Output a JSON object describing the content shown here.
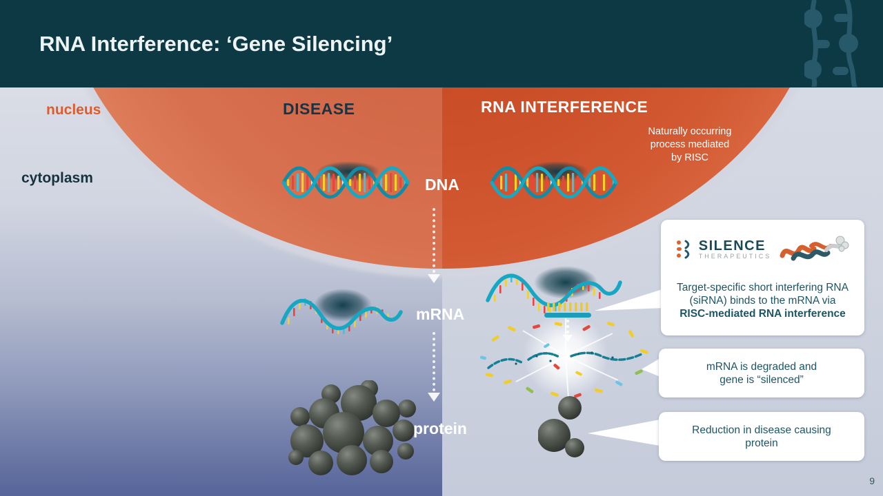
{
  "slide": {
    "title": "RNA Interference: ‘Gene Silencing’",
    "page_number": "9"
  },
  "regions": {
    "nucleus": "nucleus",
    "cytoplasm": "cytoplasm"
  },
  "columns": {
    "disease": "DISEASE",
    "rnai": "RNA INTERFERENCE"
  },
  "note": {
    "lines": [
      "Naturally  occurring",
      "process mediated",
      "by RISC"
    ]
  },
  "stages": {
    "dna": "DNA",
    "mrna": "mRNA",
    "protein": "protein"
  },
  "cards": {
    "sirna": {
      "logo_name": "SILENCE",
      "logo_sub": "THERAPEUTICS",
      "lines": [
        "Target-specific short interfering RNA",
        "(siRNA) binds to the mRNA via",
        "RISC-mediated RNA interference"
      ]
    },
    "degraded": {
      "lines": [
        "mRNA is degraded and",
        "gene is “silenced”"
      ]
    },
    "reduction": {
      "lines": [
        "Reduction in disease causing",
        "protein"
      ]
    }
  },
  "icons": {
    "header_logo": "dna-strand-icon",
    "card_logo": "silence-therapeutics-dna-icon",
    "molecule": "risc-sirna-complex"
  },
  "colors": {
    "header_teal": "#0c3944",
    "dome_orange": "#c84b25",
    "nucleus_label_orange": "#e05b2b",
    "cytoplasm_label_navy": "#17323e",
    "card_text_teal": "#1d5565",
    "logo_orange": "#e0622f",
    "background_light": "#dadde6",
    "background_left_bottom": "#55649a"
  }
}
